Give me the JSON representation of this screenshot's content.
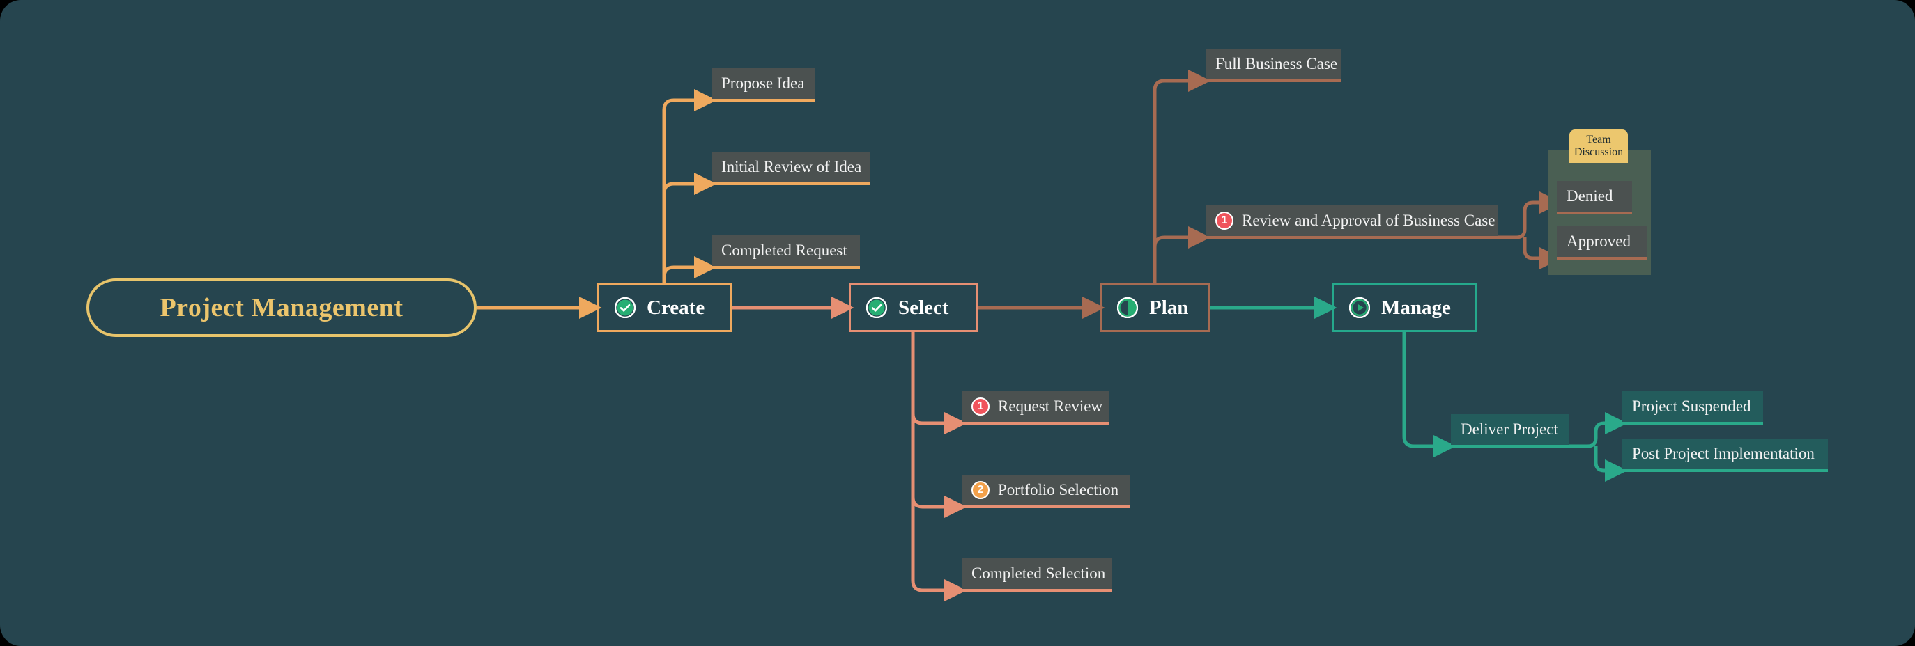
{
  "diagram": {
    "title": "Project Management",
    "type": "mind-map-flowchart",
    "canvas_bg": "#26454f"
  },
  "root": {
    "label": "Project Management",
    "border_color": "#e7c46b",
    "text_color": "#ecc56c"
  },
  "stages": [
    {
      "id": "create",
      "label": "Create",
      "icon": "check-circle-icon",
      "border_color": "#efa95e"
    },
    {
      "id": "select",
      "label": "Select",
      "icon": "check-circle-icon",
      "border_color": "#e68f73"
    },
    {
      "id": "plan",
      "label": "Plan",
      "icon": "half-circle-icon",
      "border_color": "#a76b52"
    },
    {
      "id": "manage",
      "label": "Manage",
      "icon": "play-circle-icon",
      "border_color": "#25a98c"
    }
  ],
  "create_children": [
    {
      "label": "Propose Idea"
    },
    {
      "label": "Initial Review of Idea"
    },
    {
      "label": "Completed Request"
    }
  ],
  "select_children": [
    {
      "label": "Request Review",
      "badge": "1",
      "badge_color": "#f0545c"
    },
    {
      "label": "Portfolio Selection",
      "badge": "2",
      "badge_color": "#f2a04a"
    },
    {
      "label": "Completed Selection"
    }
  ],
  "plan_children": [
    {
      "label": "Full Business Case"
    },
    {
      "label": "Review and Approval of Business Case",
      "badge": "1",
      "badge_color": "#f0545c"
    }
  ],
  "review_outcomes": {
    "tooltip": "Team Discussion",
    "tooltip_color": "#ecc76e",
    "items": [
      {
        "label": "Denied"
      },
      {
        "label": "Approved"
      }
    ]
  },
  "manage_children": [
    {
      "label": "Deliver Project"
    }
  ],
  "deliver_children": [
    {
      "label": "Project Suspended"
    },
    {
      "label": "Post Project Implementation"
    }
  ],
  "connector_colors": {
    "root": "#efa95e",
    "create": "#efa95e",
    "select": "#e68f73",
    "plan": "#a76b52",
    "manage": "#2aa98a"
  }
}
